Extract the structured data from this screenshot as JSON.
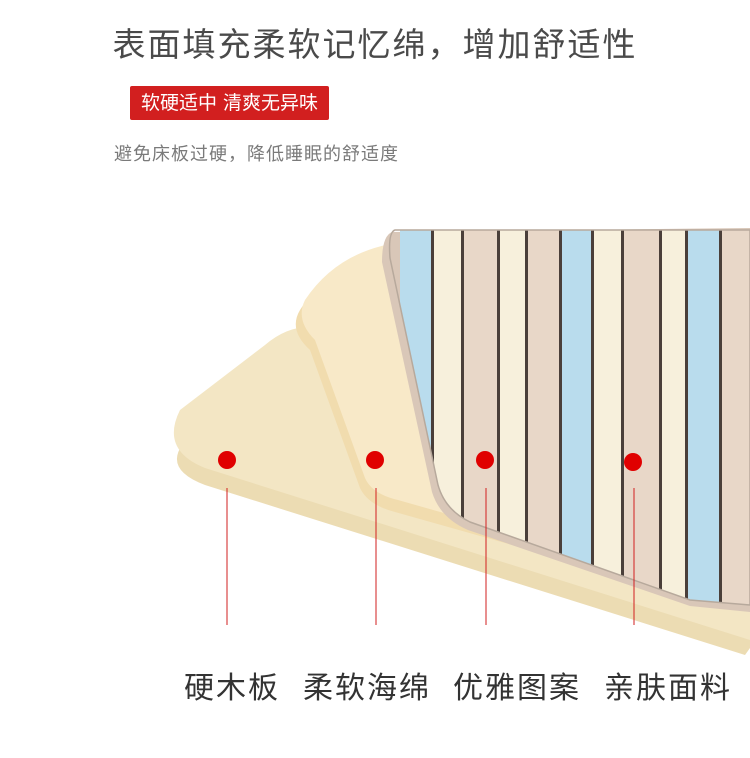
{
  "headline": "表面填充柔软记忆绵，增加舒适性",
  "badge": "软硬适中 清爽无异味",
  "subtext": "避免床板过硬，降低睡眠的舒适度",
  "layers": [
    {
      "label": "硬木板"
    },
    {
      "label": "柔软海绵"
    },
    {
      "label": "优雅图案"
    },
    {
      "label": "亲肤面料"
    }
  ],
  "colors": {
    "accent": "#d21f1f",
    "board": "#f3e6c4",
    "sponge": "#f8e9c8",
    "stripe_blue": "#b9dced",
    "stripe_beige": "#e8d7c8",
    "stripe_cream": "#f7f0dc"
  }
}
